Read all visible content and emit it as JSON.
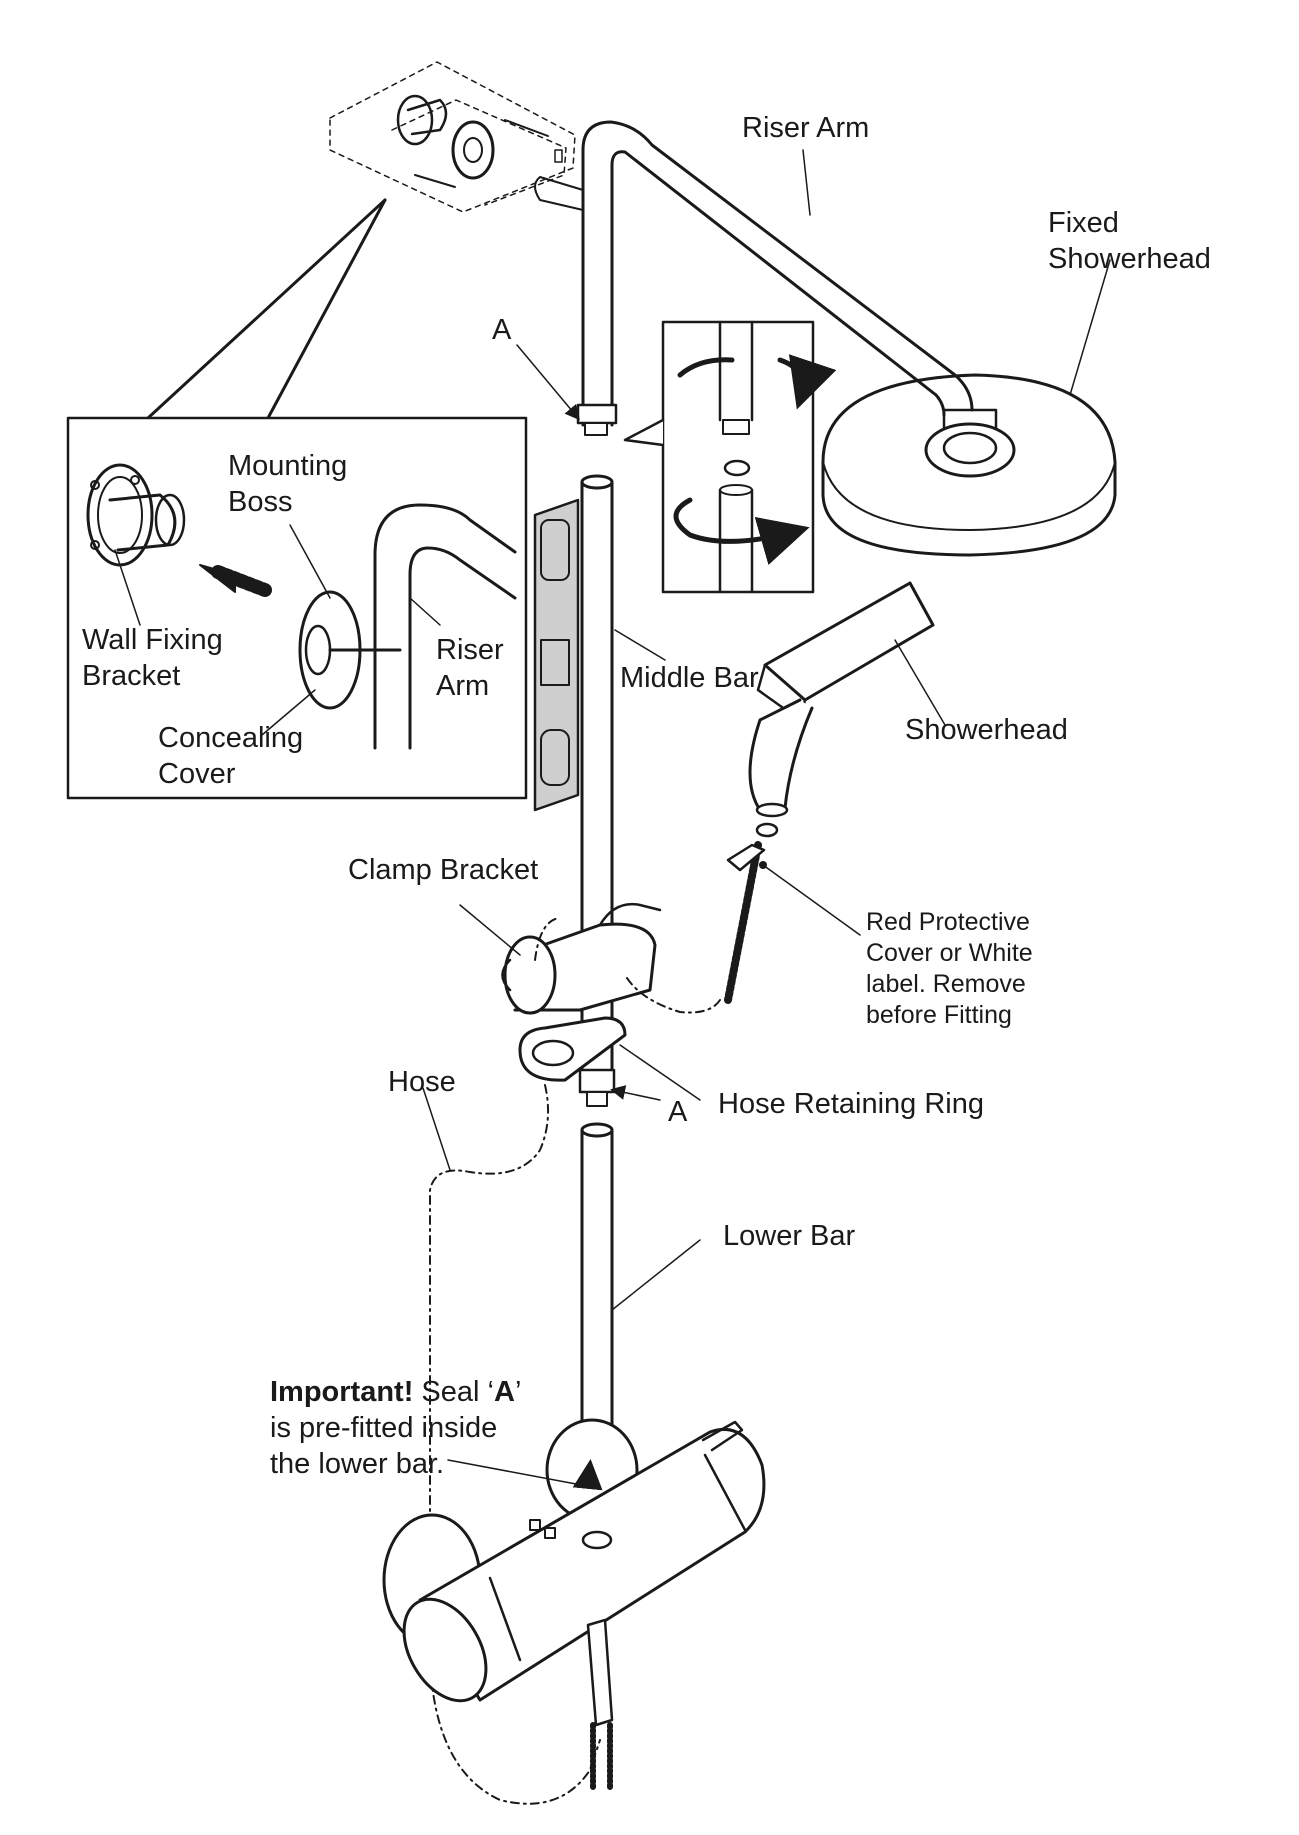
{
  "labels": {
    "riser_arm": "Riser Arm",
    "fixed_showerhead": [
      "Fixed",
      "Showerhead"
    ],
    "seal_a_top": "A",
    "mounting_boss": [
      "Mounting",
      "Boss"
    ],
    "wall_fixing_bracket": [
      "Wall Fixing",
      "Bracket"
    ],
    "riser_arm_inset": [
      "Riser",
      "Arm"
    ],
    "concealing_cover": [
      "Concealing",
      "Cover"
    ],
    "middle_bar": "Middle Bar",
    "showerhead": "Showerhead",
    "clamp_bracket": "Clamp Bracket",
    "protective_cover": [
      "Red Protective",
      "Cover or White",
      "label. Remove",
      "before Fitting"
    ],
    "hose": "Hose",
    "seal_a_bottom": "A",
    "hose_retaining_ring": "Hose Retaining Ring",
    "lower_bar": "Lower Bar",
    "important_bold": "Important!",
    "important_rest_1": " Seal ‘",
    "important_bold_a": "A",
    "important_rest_2": "’",
    "important_line2": "is pre-fitted inside",
    "important_line3": "the lower bar."
  },
  "colors": {
    "ink": "#1a1a1a",
    "shade": "#d9d9d9",
    "spirit_level": "#cfcfcf",
    "background": "#ffffff"
  }
}
